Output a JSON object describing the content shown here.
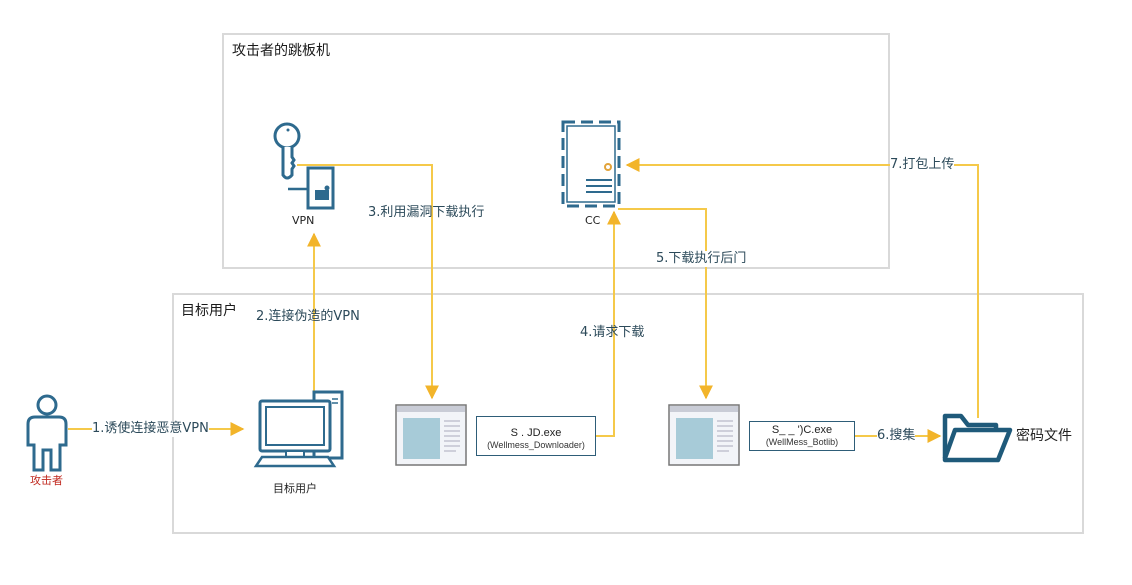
{
  "groups": {
    "jump_host": {
      "title": "攻击者的跳板机"
    },
    "target": {
      "title": "目标用户"
    }
  },
  "nodes": {
    "attacker": {
      "caption": "攻击者",
      "icon": "person-icon"
    },
    "target_pc": {
      "caption": "目标用户",
      "icon": "desktop-computer-icon"
    },
    "vpn": {
      "caption": "VPN",
      "icon": "key-door-icon"
    },
    "cc": {
      "caption": "CC",
      "icon": "server-icon"
    },
    "downloader_window": {
      "icon": "application-window-icon"
    },
    "botlib_window": {
      "icon": "application-window-icon"
    },
    "password_files": {
      "caption": "密码文件",
      "icon": "folder-open-icon"
    }
  },
  "exe_boxes": {
    "downloader": {
      "name": "S         . JD.exe",
      "sub": "(Wellmess_Downloader)"
    },
    "botlib": {
      "name": "S_    _   ')C.exe",
      "sub": "(WellMess_Botlib)"
    }
  },
  "steps": {
    "s1": "1.诱使连接恶意VPN",
    "s2": "2.连接伪造的VPN",
    "s3": "3.利用漏洞下载执行",
    "s4": "4.请求下载",
    "s5": "5.下载执行后门",
    "s6": "6.搜集",
    "s7": "7.打包上传"
  },
  "colors": {
    "arrow": "#f5c94a",
    "icon": "#2e6a8e",
    "icon_dark": "#1f5a7a",
    "box_border": "#d9d9d9",
    "attacker_text": "#c0281e"
  }
}
